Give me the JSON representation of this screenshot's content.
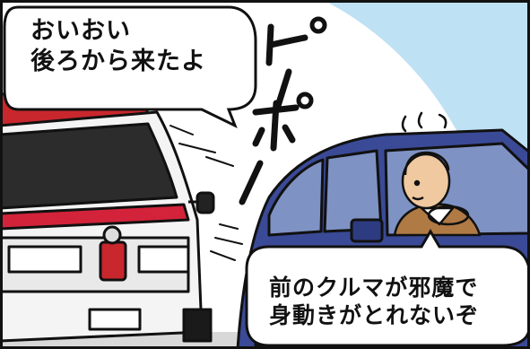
{
  "speech_bubble_top": {
    "lines": [
      "おいおい",
      "後ろから来たよ"
    ]
  },
  "speech_bubble_bottom": {
    "lines": [
      "前のクルマが邪魔で",
      "身動きがとれないぞ"
    ]
  },
  "sound_effect": {
    "text": "ピーポー"
  },
  "colors": {
    "sky": "#bfe1f4",
    "ambulance_body": "#f4f4f4",
    "ambulance_stripe": "#d3233a",
    "ambulance_light": "#c8272d",
    "car_body": "#3a4a96",
    "car_window": "#7f92c4",
    "driver_skin": "#f0c9a0",
    "road": "#d8d8d8",
    "outline": "#111111"
  },
  "icons": {
    "ambulance": "ambulance-illustration",
    "car": "blue-car-illustration",
    "driver": "elderly-driver-illustration",
    "sweat": "sweat-drops-icon"
  }
}
